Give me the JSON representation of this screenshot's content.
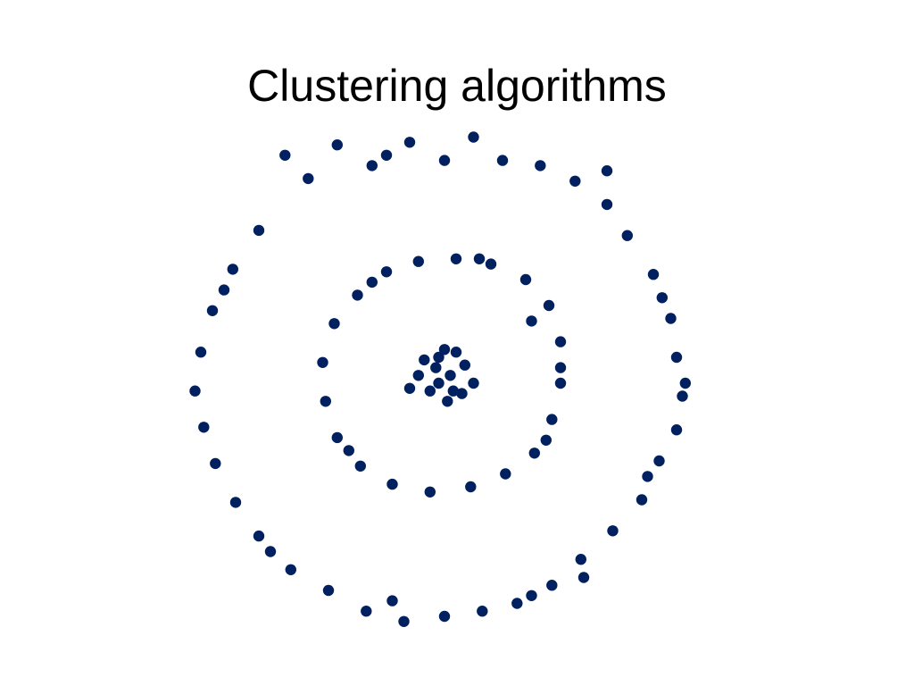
{
  "slide": {
    "title": "Clustering algorithms"
  },
  "chart_data": {
    "type": "scatter",
    "title": "",
    "xlabel": "",
    "ylabel": "",
    "grid": false,
    "axes_visible": false,
    "marker_color": "#002060",
    "xlim": [
      -1.0,
      1.0
    ],
    "ylim": [
      -1.0,
      1.0
    ],
    "series": [
      {
        "points": [
          [
            -0.55,
            0.88
          ],
          [
            -0.37,
            0.92
          ],
          [
            -0.25,
            0.84
          ],
          [
            -0.12,
            0.93
          ],
          [
            0.0,
            0.86
          ],
          [
            0.1,
            0.95
          ],
          [
            0.2,
            0.86
          ],
          [
            0.33,
            0.84
          ],
          [
            0.45,
            0.78
          ],
          [
            0.56,
            0.69
          ],
          [
            0.63,
            0.57
          ],
          [
            0.72,
            0.42
          ],
          [
            0.78,
            0.25
          ],
          [
            0.8,
            0.1
          ],
          [
            0.82,
            -0.05
          ],
          [
            0.8,
            -0.18
          ],
          [
            0.74,
            -0.3
          ],
          [
            0.68,
            -0.45
          ],
          [
            0.58,
            -0.57
          ],
          [
            0.47,
            -0.68
          ],
          [
            0.37,
            -0.78
          ],
          [
            0.25,
            -0.85
          ],
          [
            0.13,
            -0.88
          ],
          [
            0.0,
            -0.9
          ],
          [
            -0.14,
            -0.92
          ],
          [
            -0.27,
            -0.88
          ],
          [
            -0.4,
            -0.8
          ],
          [
            -0.53,
            -0.72
          ],
          [
            -0.64,
            -0.59
          ],
          [
            -0.72,
            -0.46
          ],
          [
            -0.79,
            -0.31
          ],
          [
            -0.83,
            -0.17
          ],
          [
            -0.86,
            -0.03
          ],
          [
            -0.84,
            0.12
          ],
          [
            -0.8,
            0.28
          ],
          [
            -0.73,
            0.44
          ],
          [
            -0.64,
            0.59
          ],
          [
            -0.47,
            0.79
          ],
          [
            -0.2,
            0.88
          ],
          [
            0.56,
            0.82
          ],
          [
            0.75,
            0.33
          ],
          [
            0.7,
            -0.36
          ],
          [
            0.48,
            -0.75
          ],
          [
            -0.18,
            -0.84
          ],
          [
            -0.6,
            -0.65
          ],
          [
            -0.76,
            0.36
          ],
          [
            0.3,
            -0.82
          ],
          [
            0.83,
            0.0
          ]
        ]
      },
      {
        "points": [
          [
            -0.09,
            0.47
          ],
          [
            0.04,
            0.48
          ],
          [
            0.16,
            0.46
          ],
          [
            0.28,
            0.4
          ],
          [
            0.36,
            0.3
          ],
          [
            0.4,
            0.16
          ],
          [
            0.4,
            0.0
          ],
          [
            0.37,
            -0.14
          ],
          [
            0.31,
            -0.27
          ],
          [
            0.21,
            -0.35
          ],
          [
            0.09,
            -0.4
          ],
          [
            -0.05,
            -0.42
          ],
          [
            -0.18,
            -0.39
          ],
          [
            -0.29,
            -0.32
          ],
          [
            -0.37,
            -0.21
          ],
          [
            -0.41,
            -0.07
          ],
          [
            -0.42,
            0.08
          ],
          [
            -0.38,
            0.23
          ],
          [
            -0.3,
            0.34
          ],
          [
            -0.2,
            0.43
          ],
          [
            0.12,
            0.48
          ],
          [
            0.3,
            0.24
          ],
          [
            0.35,
            -0.22
          ],
          [
            -0.33,
            -0.26
          ],
          [
            -0.25,
            0.39
          ],
          [
            0.4,
            0.06
          ]
        ]
      },
      {
        "points": [
          [
            -0.02,
            0.1
          ],
          [
            0.04,
            0.12
          ],
          [
            0.07,
            0.07
          ],
          [
            0.1,
            0.0
          ],
          [
            0.06,
            -0.04
          ],
          [
            0.01,
            -0.07
          ],
          [
            -0.05,
            -0.03
          ],
          [
            -0.09,
            0.03
          ],
          [
            -0.07,
            0.09
          ],
          [
            -0.02,
            0.0
          ],
          [
            0.02,
            0.03
          ],
          [
            -0.03,
            0.06
          ],
          [
            0.03,
            -0.03
          ],
          [
            -0.12,
            -0.02
          ],
          [
            0.0,
            0.13
          ]
        ]
      }
    ]
  }
}
